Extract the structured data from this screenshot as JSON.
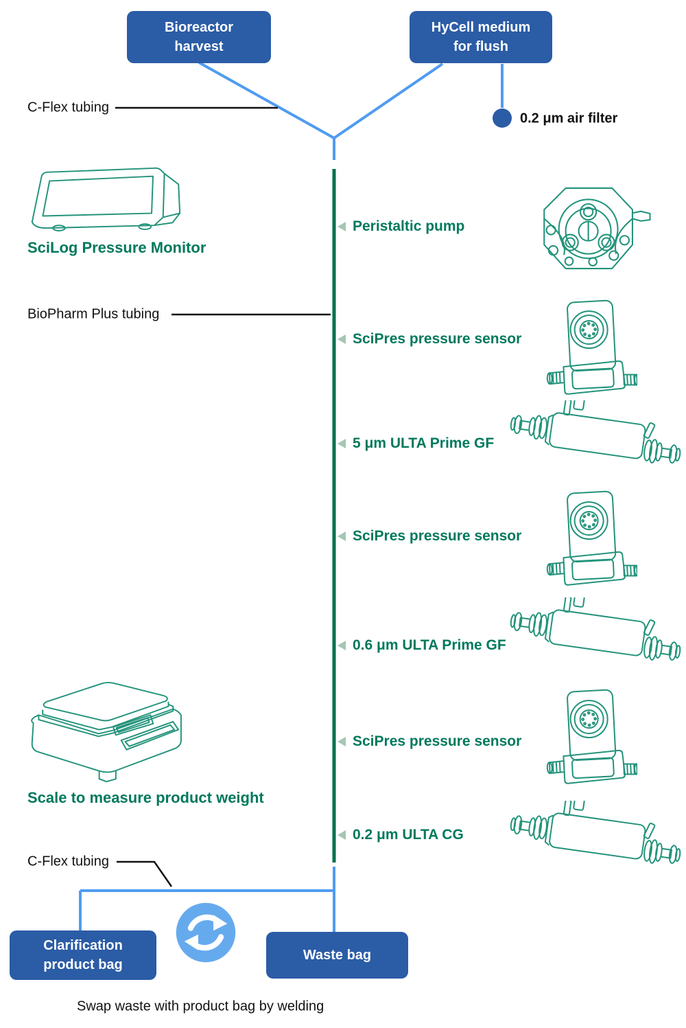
{
  "palette": {
    "box_blue": "#2b5ca6",
    "tubing_blue": "#4f9cf0",
    "process_line_green": "#00724e",
    "label_green": "#00795c",
    "drawing_green": "#23937b",
    "triangle_marker_green": "#a5c6b4",
    "swap_icon_blue": "#66aaee"
  },
  "sources": {
    "bioreactor_label": "Bioreactor\nharvest",
    "hycell_label": "HyCell medium\nfor flush",
    "air_filter_label": "0.2 μm air filter",
    "cflex_tubing_label": "C-Flex tubing"
  },
  "left_column": {
    "pressure_monitor_label": "SciLog Pressure Monitor",
    "biopharm_tubing_label": "BioPharm Plus tubing",
    "scale_label": "Scale to measure product weight",
    "cflex_tubing_bottom_label": "C-Flex tubing"
  },
  "flow_items": [
    {
      "label": "Peristaltic pump",
      "icon": "peristaltic-pump"
    },
    {
      "label": "SciPres pressure sensor",
      "icon": "pressure-sensor"
    },
    {
      "label": "5 μm ULTA Prime GF",
      "icon": "capsule-filter"
    },
    {
      "label": "SciPres pressure sensor",
      "icon": "pressure-sensor"
    },
    {
      "label": "0.6 μm ULTA Prime GF",
      "icon": "capsule-filter"
    },
    {
      "label": "SciPres pressure sensor",
      "icon": "pressure-sensor"
    },
    {
      "label": "0.2 μm ULTA CG",
      "icon": "capsule-filter"
    }
  ],
  "bottom": {
    "product_bag_label": "Clarification\nproduct bag",
    "waste_bag_label": "Waste bag",
    "swap_caption": "Swap waste with product bag by welding"
  }
}
